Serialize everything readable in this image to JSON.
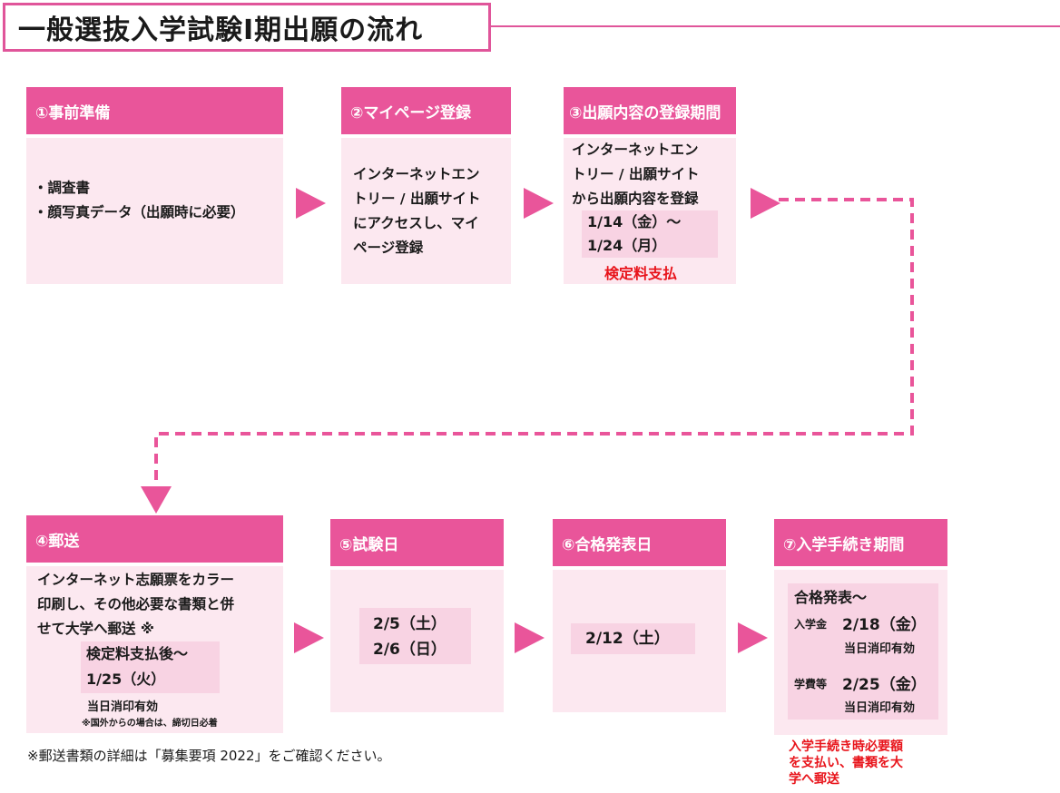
{
  "title": "一般選抜入学試験Ⅰ期出願の流れ",
  "steps": {
    "s1": {
      "head": "①事前準備",
      "items": [
        "・調査書",
        "・顔写真データ（出願時に必要）"
      ]
    },
    "s2": {
      "head": "②マイページ登録",
      "lines": [
        "インターネットエン",
        "トリー / 出願サイト",
        "にアクセスし、マイ",
        "ページ登録"
      ]
    },
    "s3": {
      "head": "③出願内容の登録期間",
      "lines": [
        "インターネットエン",
        "トリー / 出願サイト",
        "から出願内容を登録"
      ],
      "date1": "1/14（金）～",
      "date2": "1/24（月）",
      "note": "検定料支払"
    },
    "s4": {
      "head": "④郵送",
      "lines": [
        "インターネット志願票をカラー",
        "印刷し、その他必要な書類と併",
        "せて大学へ郵送 ※"
      ],
      "hl1": "検定料支払後～",
      "hl2": "1/25（火）",
      "stamp": "当日消印有効",
      "overseas": "※国外からの場合は、締切日必着"
    },
    "s5": {
      "head": "⑤試験日",
      "d1": "2/5（土）",
      "d2": "2/6（日）"
    },
    "s6": {
      "head": "⑥合格発表日",
      "d1": "2/12（土）"
    },
    "s7": {
      "head": "⑦入学手続き期間",
      "l1": "合格発表～",
      "label1": "入学金",
      "d1": "2/18（金）",
      "stamp1": "当日消印有効",
      "label2": "学費等",
      "d2": "2/25（金）",
      "stamp2": "当日消印有効",
      "note": [
        "入学手続き時必要額",
        "を支払い、書類を大",
        "学へ郵送"
      ]
    }
  },
  "footnote": "※郵送書類の詳細は「募集要項 2022」をご確認ください。",
  "colors": {
    "accent": "#e9559a",
    "body": "#fce8f0",
    "highlight": "#f8d3e3",
    "red": "#e8141b"
  }
}
